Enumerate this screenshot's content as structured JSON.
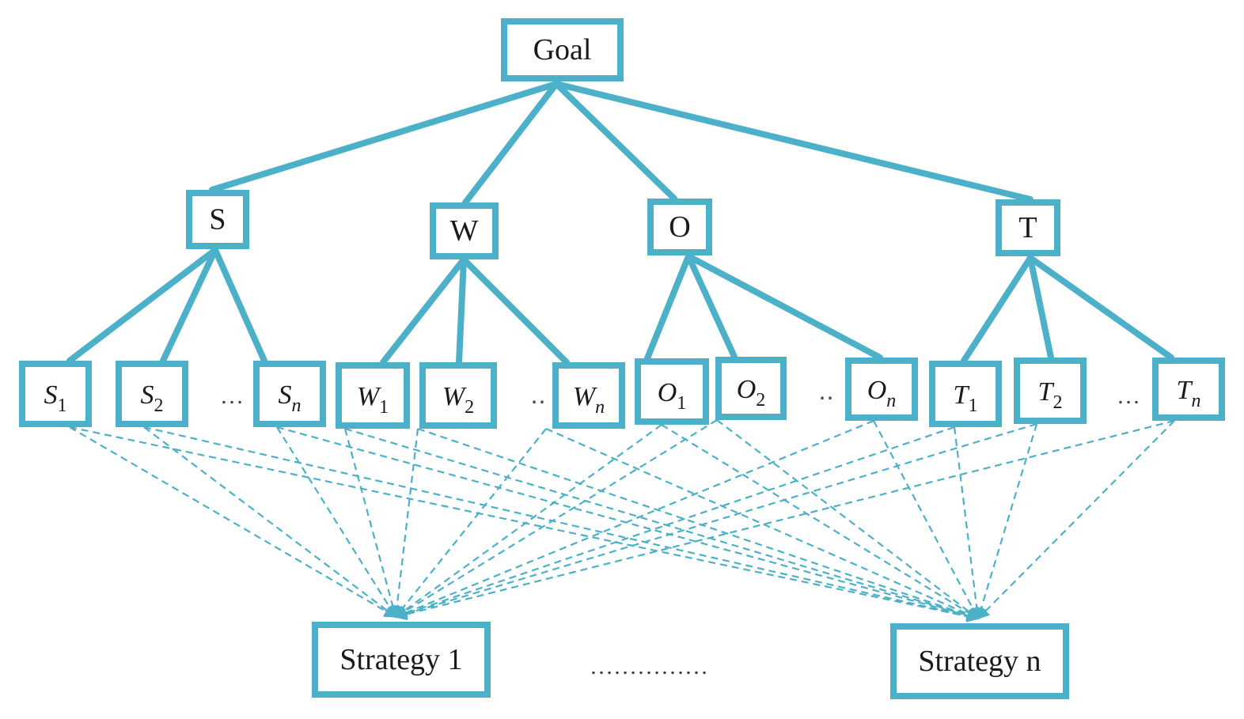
{
  "palette": {
    "accent": "#4cb0c8",
    "text": "#1a1a1a"
  },
  "nodes": [
    {
      "id": "goal",
      "label": "Goal",
      "kind": "main"
    },
    {
      "id": "s",
      "label": "S",
      "kind": "main"
    },
    {
      "id": "w",
      "label": "W",
      "kind": "main"
    },
    {
      "id": "o",
      "label": "O",
      "kind": "main"
    },
    {
      "id": "t",
      "label": "T",
      "kind": "main"
    },
    {
      "id": "s1",
      "label": "S",
      "sub": "1",
      "kind": "sub"
    },
    {
      "id": "s2",
      "label": "S",
      "sub": "2",
      "kind": "sub"
    },
    {
      "id": "sn",
      "label": "S",
      "sub": "n",
      "kind": "sub"
    },
    {
      "id": "w1",
      "label": "W",
      "sub": "1",
      "kind": "sub"
    },
    {
      "id": "w2",
      "label": "W",
      "sub": "2",
      "kind": "sub"
    },
    {
      "id": "wn",
      "label": "W",
      "sub": "n",
      "kind": "sub"
    },
    {
      "id": "o1",
      "label": "O",
      "sub": "1",
      "kind": "sub"
    },
    {
      "id": "o2",
      "label": "O",
      "sub": "2",
      "kind": "sub"
    },
    {
      "id": "on",
      "label": "O",
      "sub": "n",
      "kind": "sub"
    },
    {
      "id": "t1",
      "label": "T",
      "sub": "1",
      "kind": "sub"
    },
    {
      "id": "t2",
      "label": "T",
      "sub": "2",
      "kind": "sub"
    },
    {
      "id": "tn",
      "label": "T",
      "sub": "n",
      "kind": "sub"
    },
    {
      "id": "strat1",
      "label": "Strategy 1",
      "kind": "main"
    },
    {
      "id": "stratn",
      "label": "Strategy n",
      "kind": "main"
    }
  ],
  "ellipses": [
    {
      "id": "s-ellipsis",
      "text": "…"
    },
    {
      "id": "w-ellipsis",
      "text": "‥"
    },
    {
      "id": "o-ellipsis",
      "text": "‥"
    },
    {
      "id": "t-ellipsis",
      "text": "…"
    },
    {
      "id": "strategy-ellipsis",
      "text": "……………"
    }
  ],
  "solid_edges": [
    [
      "goal",
      "s"
    ],
    [
      "goal",
      "w"
    ],
    [
      "goal",
      "o"
    ],
    [
      "goal",
      "t"
    ],
    [
      "s",
      "s1"
    ],
    [
      "s",
      "s2"
    ],
    [
      "s",
      "sn"
    ],
    [
      "w",
      "w1"
    ],
    [
      "w",
      "w2"
    ],
    [
      "w",
      "wn"
    ],
    [
      "o",
      "o1"
    ],
    [
      "o",
      "o2"
    ],
    [
      "o",
      "on"
    ],
    [
      "t",
      "t1"
    ],
    [
      "t",
      "t2"
    ],
    [
      "t",
      "tn"
    ]
  ],
  "dashed_sources": [
    "s1",
    "s2",
    "sn",
    "w1",
    "w2",
    "wn",
    "o1",
    "o2",
    "on",
    "t1",
    "t2",
    "tn"
  ],
  "dashed_targets": [
    "strat1",
    "stratn"
  ]
}
